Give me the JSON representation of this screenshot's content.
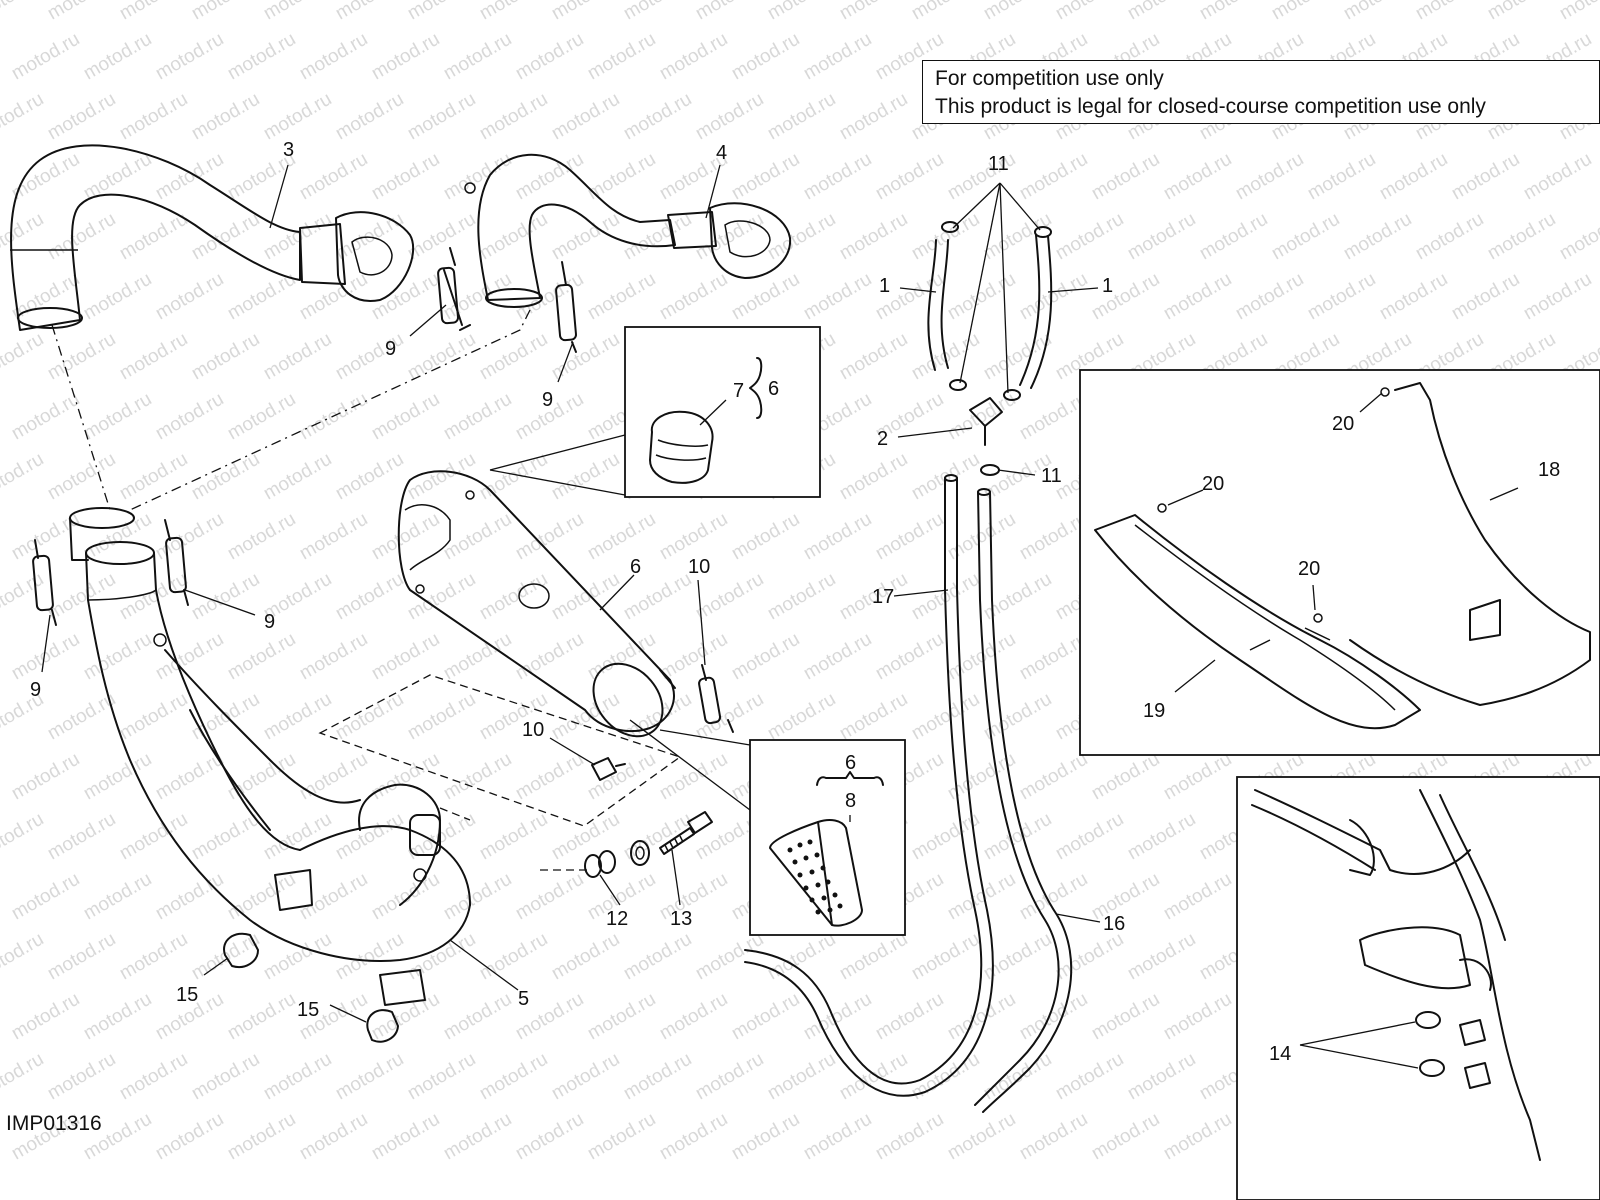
{
  "notice": {
    "line1": "For competition use only",
    "line2": "This product is legal for closed-course competition use only"
  },
  "watermark": "motod.ru",
  "drawing_code": "IMP01316",
  "callouts": {
    "c1a": "1",
    "c1b": "1",
    "c2": "2",
    "c3": "3",
    "c4": "4",
    "c5": "5",
    "c6a": "6",
    "c6b": "6",
    "c6c": "6",
    "c7": "7",
    "c8": "8",
    "c9a": "9",
    "c9b": "9",
    "c9c": "9",
    "c9d": "9",
    "c10a": "10",
    "c10b": "10",
    "c11a": "11",
    "c11b": "11",
    "c12": "12",
    "c13": "13",
    "c14": "14",
    "c15a": "15",
    "c15b": "15",
    "c16": "16",
    "c17": "17",
    "c18": "18",
    "c19": "19",
    "c20a": "20",
    "c20b": "20",
    "c20c": "20"
  }
}
